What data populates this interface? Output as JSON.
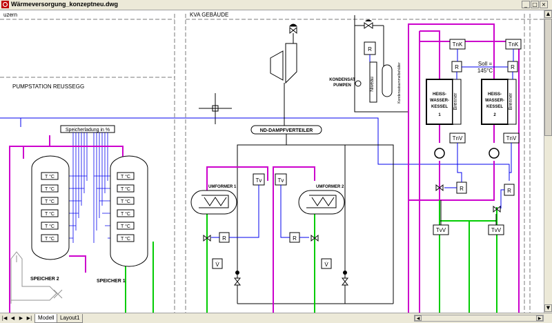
{
  "window": {
    "title": "Wärmeversorgung_konzeptneu.dwg",
    "min_glyph": "_",
    "max_glyph": "□",
    "close_glyph": "×"
  },
  "tabs": {
    "model": "Modell",
    "layout1": "Layout1"
  },
  "nav": {
    "first": "|◀",
    "prev": "◀",
    "next": "▶",
    "last": "▶|"
  },
  "scroll": {
    "up": "▲",
    "down": "▼",
    "left": "◀",
    "right": "▶"
  },
  "drawing": {
    "area_left": "uzern",
    "area_kva": "KVA GEBÄUDE",
    "area_pump": "PUMPSTATION REUSSEGG",
    "speicherladung": "Speicherladung in %",
    "tc": "T °C",
    "speicher1": "SPEICHER 1",
    "speicher2": "SPEICHER 2",
    "nd_verteiler": "ND-DAMPFVERTEILER",
    "umformer1": "UMFORMER 1",
    "umformer2": "UMFORMER 2",
    "tv": "Tv",
    "r": "R",
    "vdot": "V̇",
    "kondensat_pumpen_1": "KONDENSAT",
    "kondensat_pumpen_2": "PUMPEN",
    "niveau": "Niveau",
    "kondensatsammelbehaelter": "Kondensatsammelbehälter",
    "tnk": "TnK",
    "tnv": "TnV",
    "tvv": "TvV",
    "soll_1": "Soll =",
    "soll_2": "145°C",
    "kessel_1": "HEISS-",
    "kessel_2": "WASSER-",
    "kessel_3": "KESSEL",
    "kessel_no_1": "1",
    "kessel_no_2": "2",
    "brenner": "Brenner"
  },
  "colors": {
    "magenta": "#cc00cc",
    "blue": "#0000ee",
    "green": "#00cc00",
    "line": "#000000",
    "dash": "#7a7a7a"
  }
}
